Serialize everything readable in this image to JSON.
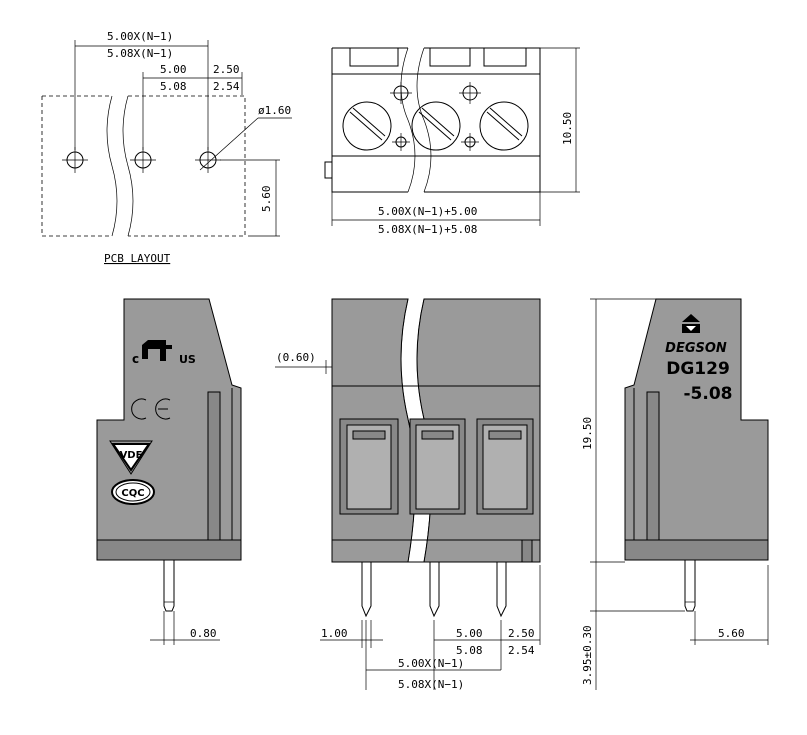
{
  "pcb_layout": {
    "title": "PCB LAYOUT",
    "dim_total_a": "5.00X(N−1)",
    "dim_total_b": "5.08X(N−1)",
    "dim_pitch_a": "5.00",
    "dim_pitch_b": "5.08",
    "dim_edge_a": "2.50",
    "dim_edge_b": "2.54",
    "dim_hole": "ø1.60",
    "dim_height": "5.60"
  },
  "top_view": {
    "dim_height": "10.50",
    "dim_width_a": "5.00X(N−1)+5.00",
    "dim_width_b": "5.08X(N−1)+5.08"
  },
  "side_view_left": {
    "dim_pin": "0.80",
    "logos": [
      "c-ul-us-logo",
      "ce-mark",
      "vde-logo",
      "cqc-logo"
    ],
    "ul_c": "c",
    "ul_us": "US",
    "ce": "CE",
    "vde": "VDE",
    "cqc": "CQC"
  },
  "front_view": {
    "dim_offset": "(0.60)",
    "dim_pin": "1.00",
    "dim_pitch_a": "5.00",
    "dim_pitch_b": "5.08",
    "dim_edge_a": "2.50",
    "dim_edge_b": "2.54",
    "dim_total_a": "5.00X(N−1)",
    "dim_total_b": "5.08X(N−1)"
  },
  "side_view_right": {
    "brand": "DEGSON",
    "model_line1": "DG129",
    "model_line2": "-5.08",
    "dim_height": "19.50",
    "dim_pin_len": "3.95±0.30",
    "dim_pin_pos": "5.60"
  }
}
